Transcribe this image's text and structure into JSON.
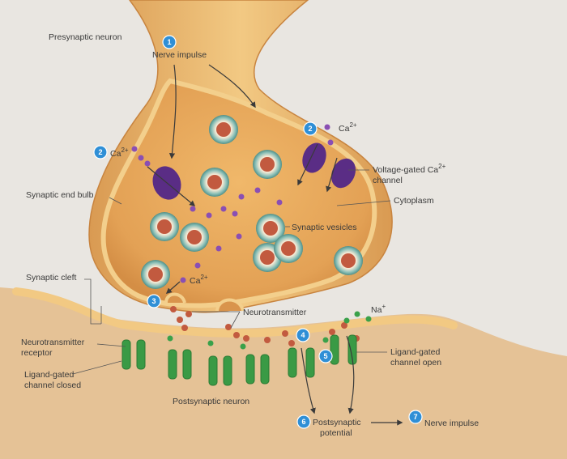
{
  "labels": {
    "presynaptic_neuron": "Presynaptic neuron",
    "nerve_impulse_in": "Nerve impulse",
    "ca_left": "Ca",
    "ca_right": "Ca",
    "ca_bottom": "Ca",
    "ca_superscript": "2+",
    "vgcc_line1": "Voltage-gated Ca",
    "vgcc_sup": "2+",
    "vgcc_line2": "channel",
    "cytoplasm": "Cytoplasm",
    "synaptic_end_bulb": "Synaptic end bulb",
    "synaptic_vesicles": "Synaptic vesicles",
    "synaptic_cleft": "Synaptic cleft",
    "neurotransmitter": "Neurotransmitter",
    "na": "Na",
    "na_sup": "+",
    "nt_receptor_line1": "Neurotransmitter",
    "nt_receptor_line2": "receptor",
    "lg_open_line1": "Ligand-gated",
    "lg_open_line2": "channel open",
    "lg_closed_line1": "Ligand-gated",
    "lg_closed_line2": "channel closed",
    "postsynaptic_neuron": "Postsynaptic neuron",
    "postsynaptic_potential_line1": "Postsynaptic",
    "postsynaptic_potential_line2": "potential",
    "nerve_impulse_out": "Nerve impulse"
  },
  "steps": {
    "s1": "1",
    "s2a": "2",
    "s2b": "2",
    "s3": "3",
    "s4": "4",
    "s5": "5",
    "s6": "6",
    "s7": "7"
  },
  "colors": {
    "background": "#e9e6e1",
    "neuron_fill": "#e8b468",
    "neuron_inner": "#e7a75c",
    "membrane": "#f2c983",
    "vesicle_ring": "#6aa8a0",
    "vesicle_core": "#c25a3f",
    "calcium_ion": "#8a4fb3",
    "channel_purple": "#5a2d85",
    "channel_green": "#3a9a45",
    "badge_blue": "#2f8fd6",
    "label_text": "#3a3a3a"
  }
}
